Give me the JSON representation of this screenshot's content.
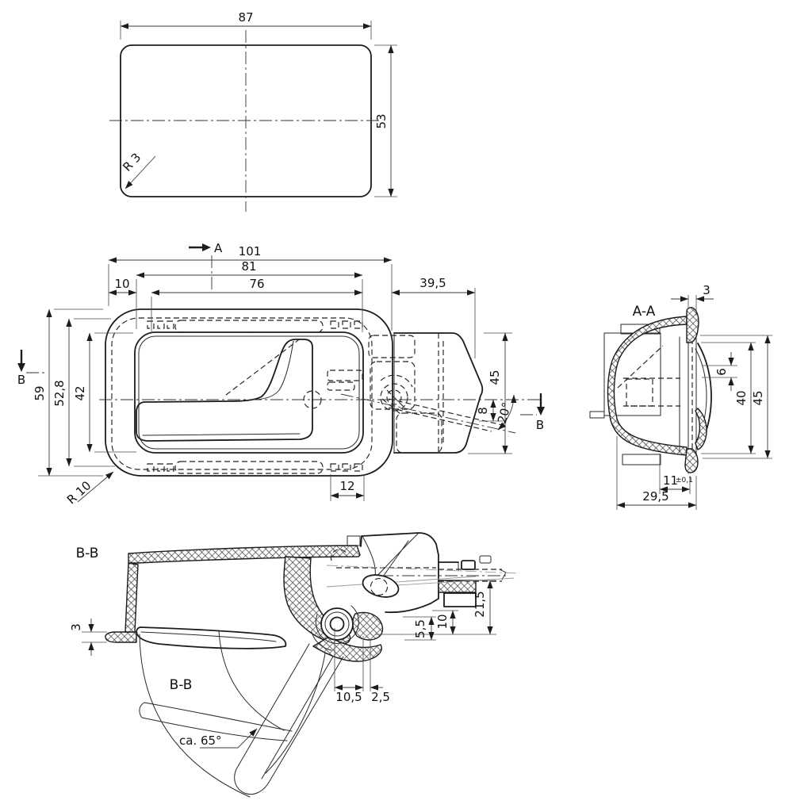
{
  "drawing": {
    "background": "#ffffff",
    "line_color": "#1c1c1c",
    "views": {
      "top_view": {
        "width_dim": "87",
        "height_dim": "53",
        "corner_radius": "R 3"
      },
      "front_view": {
        "section_arrow_a": "A",
        "section_arrow_b_left": "B",
        "section_arrow_b_right": "B",
        "overall_width": "101",
        "recess_width": "81",
        "opening_width": "76",
        "left_offset": "10",
        "bracket_length": "39,5",
        "overall_height": "59",
        "recess_height": "52,8",
        "opening_height": "42",
        "bracket_height": "45",
        "rod_offset": "8",
        "rod_angle": "20°",
        "slot_pitch": "12",
        "corner_radius": "R 10"
      },
      "section_a_a": {
        "title": "A-A",
        "flange_thickness": "3",
        "boss_width": "6",
        "inner_depth": "40",
        "overall_depth": "45",
        "slot_width": "11",
        "slot_tolerance": "±0,1",
        "overall_width": "29,5"
      },
      "section_b_b": {
        "title": "B-B",
        "title_inner": "B-B",
        "flange_thickness": "3",
        "depth_overall": "21,5",
        "depth_step": "10",
        "depth_lip": "5,5",
        "pivot_offset": "10,5",
        "lip_thickness": "2,5",
        "opening_angle": "ca. 65°"
      }
    }
  }
}
